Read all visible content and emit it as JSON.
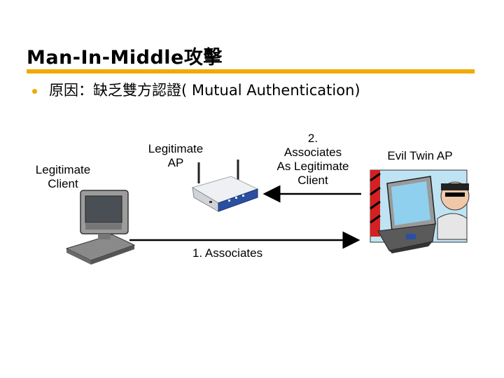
{
  "slide": {
    "title": "Man-In-Middle攻擊",
    "subtitle": "原因：缺乏雙方認證( Mutual Authentication)"
  },
  "diagram": {
    "client_label": "Legitimate\nClient",
    "ap_label": "Legitimate\nAP",
    "evil_label": "Evil Twin AP",
    "step1_label": "1. Associates",
    "step2_label": "2.\nAssociates\nAs Legitimate\nClient"
  },
  "colors": {
    "accent": "#f2a900",
    "router_blue": "#2b4fa0",
    "screen_blue": "#8fd0ef",
    "hazard_red": "#d42020"
  }
}
